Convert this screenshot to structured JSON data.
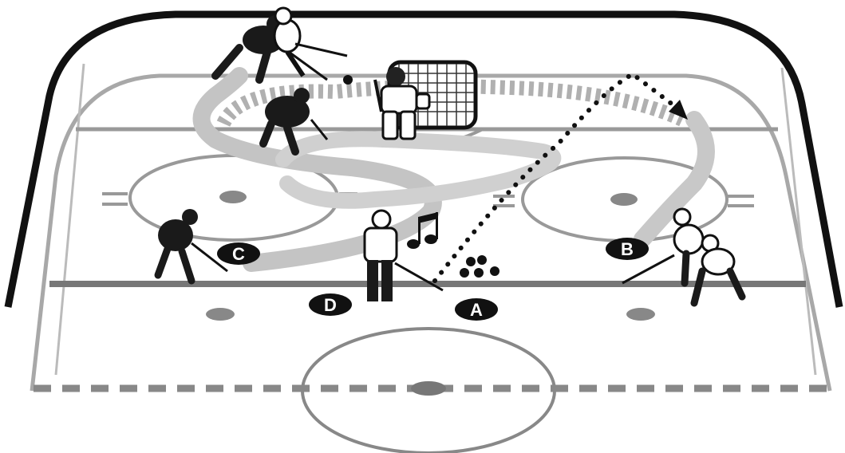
{
  "diagram": {
    "type": "hockey drill diagram",
    "markers": [
      {
        "id": "A",
        "label": "A"
      },
      {
        "id": "B",
        "label": "B"
      },
      {
        "id": "C",
        "label": "C"
      },
      {
        "id": "D",
        "label": "D"
      }
    ],
    "icons": [
      "music-note-icon",
      "puck-icon",
      "net-icon"
    ],
    "colors": {
      "boards": "#111111",
      "rink_lines": "#9a9a9a",
      "skate_path": "#c4c4c4",
      "dashed_path": "#b0b0b0",
      "dotted_pass": "#111111",
      "player_dark": "#1a1a1a",
      "player_light": "#ffffff",
      "marker_bg": "#111111",
      "marker_text": "#ffffff"
    }
  }
}
